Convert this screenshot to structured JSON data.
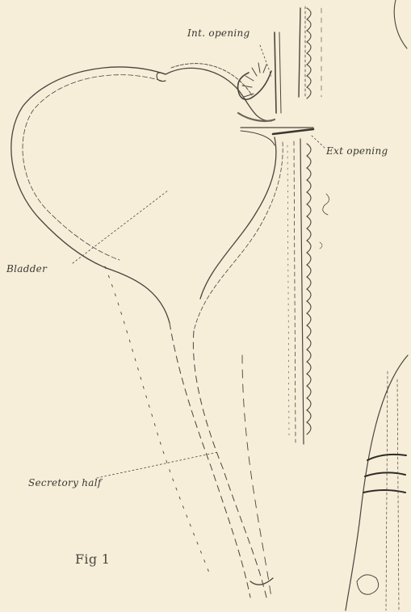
{
  "labels": {
    "int_opening": "Int. opening",
    "ext_opening": "Ext opening",
    "bladder": "Bladder",
    "secretory_half": "Secretory half",
    "figure_number": "Fig 1"
  },
  "colors": {
    "paper": "#f6eed9",
    "ink": "#3a3630",
    "shade": "#6b6358"
  }
}
